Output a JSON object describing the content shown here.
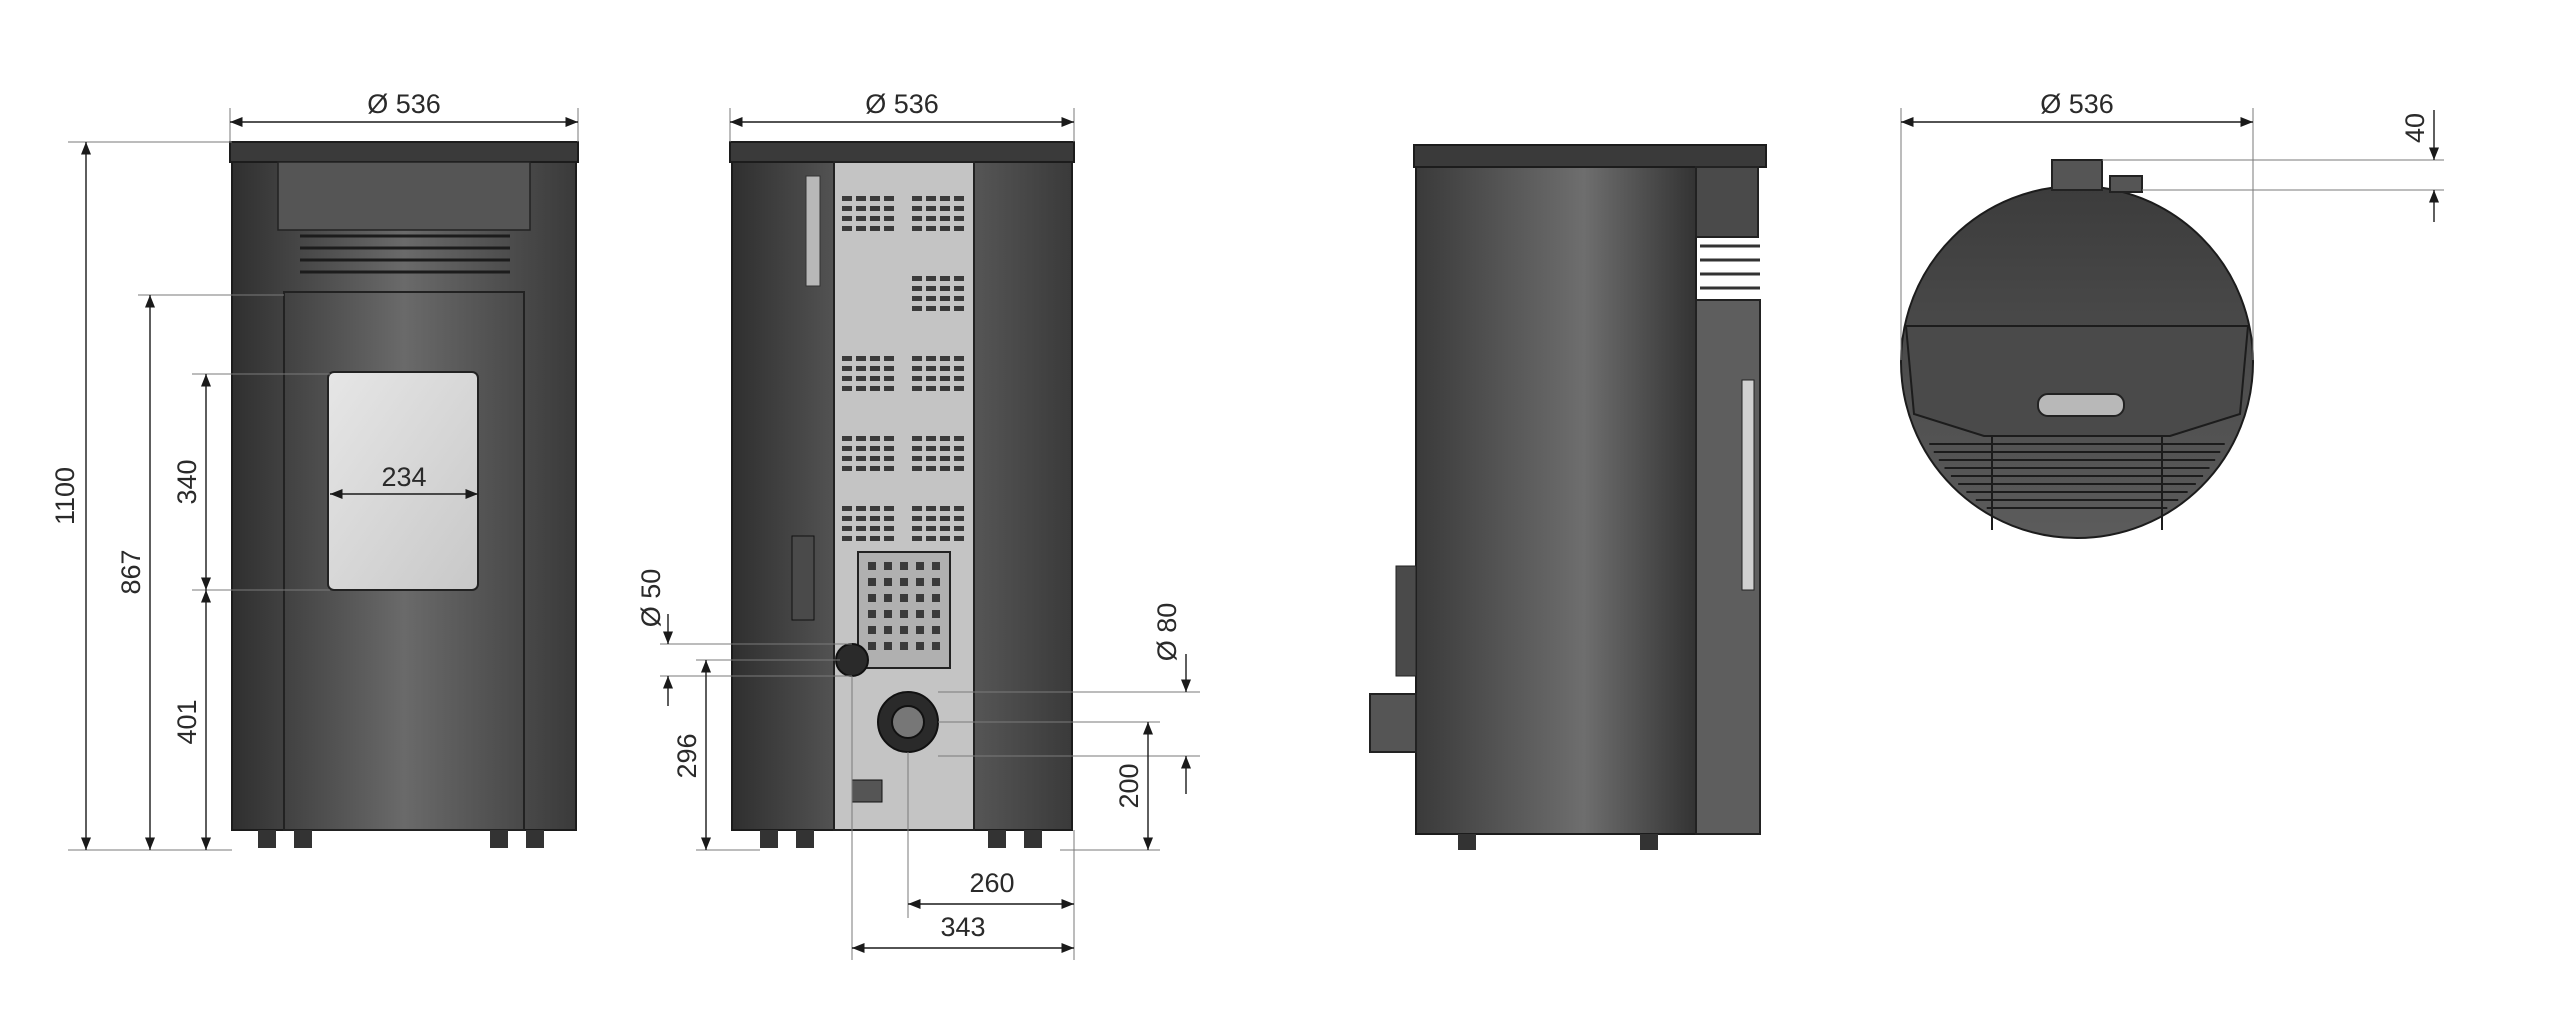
{
  "figure": {
    "views": [
      "front",
      "rear",
      "side",
      "top"
    ],
    "colors": {
      "body_dark": "#2e2e2e",
      "body_mid": "#5f5f5f",
      "body_light": "#8c8c8c",
      "glass": "#d6d6d6",
      "rear_panel": "#c4c4c4",
      "line": "#1a1a1a"
    }
  },
  "front": {
    "width": "Ø 536",
    "height_total": "1100",
    "height_door": "867",
    "glass_height": "340",
    "glass_bottom": "401",
    "glass_width": "234"
  },
  "rear": {
    "width": "Ø 536",
    "air_inlet_diameter": "Ø 50",
    "air_inlet_height": "296",
    "flue_diameter": "Ø 80",
    "flue_height": "200",
    "flue_offset": "260",
    "air_offset": "343"
  },
  "top": {
    "width": "Ø 536",
    "flue_protrusion": "40"
  }
}
